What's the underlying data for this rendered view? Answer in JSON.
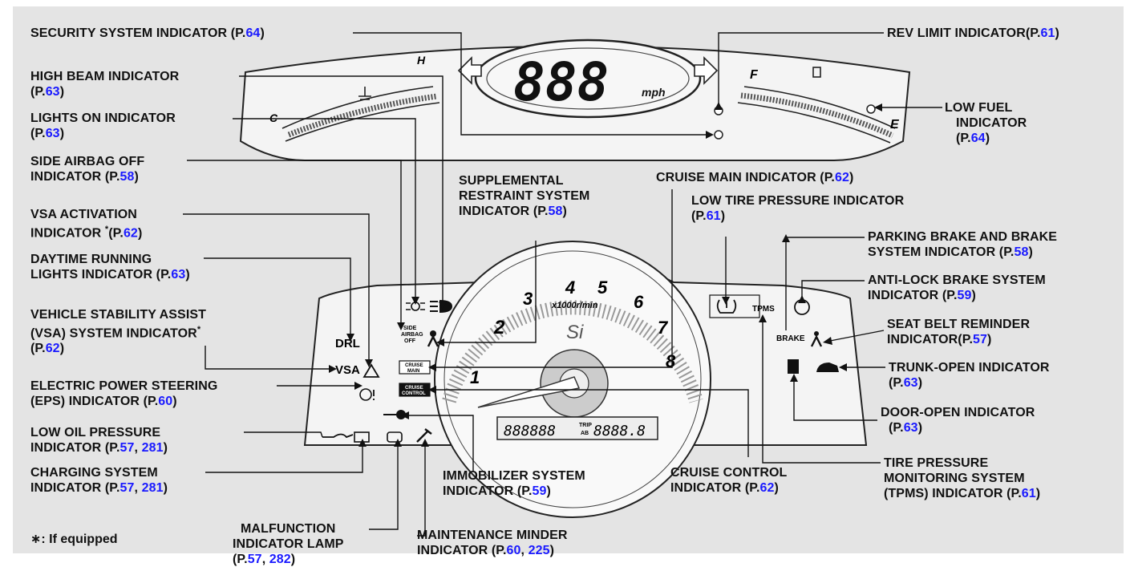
{
  "labels": {
    "security": {
      "pre": "SECURITY SYSTEM INDICATOR (P.",
      "page": "64",
      "post": ")"
    },
    "high_beam": {
      "l1": "HIGH BEAM INDICATOR",
      "pre": "(P.",
      "page": "63",
      "post": ")"
    },
    "lights_on": {
      "l1": "LIGHTS ON INDICATOR",
      "pre": "(P.",
      "page": "63",
      "post": ")"
    },
    "side_airbag": {
      "l1": "SIDE AIRBAG OFF",
      "pre": "INDICATOR (P.",
      "page": "58",
      "post": ")"
    },
    "vsa_activation": {
      "l1": "VSA ACTIVATION",
      "pre": "INDICATOR",
      "star": "*",
      "pre2": "(P.",
      "page": "62",
      "post": ")"
    },
    "drl": {
      "l1": "DAYTIME RUNNING",
      "pre": "LIGHTS INDICATOR (P.",
      "page": "63",
      "post": ")"
    },
    "vsa_system": {
      "l1": "VEHICLE STABILITY ASSIST",
      "l2": "(VSA) SYSTEM INDICATOR",
      "star": "*",
      "pre": "(P.",
      "page": "62",
      "post": ")"
    },
    "eps": {
      "l1": "ELECTRIC POWER STEERING",
      "pre": "(EPS) INDICATOR (P.",
      "page": "60",
      "post": ")"
    },
    "low_oil": {
      "l1": "LOW OIL PRESSURE",
      "pre": "INDICATOR (P.",
      "page1": "57",
      "sep": ", ",
      "page2": "281",
      "post": ")"
    },
    "charging": {
      "l1": "CHARGING SYSTEM",
      "pre": "INDICATOR (P.",
      "page1": "57",
      "sep": ", ",
      "page2": "281",
      "post": ")"
    },
    "malfunction": {
      "l1": "MALFUNCTION",
      "l2": "INDICATOR LAMP",
      "pre": "(P.",
      "page1": "57",
      "sep": ", ",
      "page2": "282",
      "post": ")"
    },
    "maintenance": {
      "l1": "MAINTENANCE MINDER",
      "pre": "INDICATOR (P.",
      "page1": "60",
      "sep": ", ",
      "page2": "225",
      "post": ")"
    },
    "immobilizer": {
      "l1": "IMMOBILIZER SYSTEM",
      "pre": "INDICATOR (P.",
      "page": "59",
      "post": ")"
    },
    "srs": {
      "l1": "SUPPLEMENTAL",
      "l2": "RESTRAINT SYSTEM",
      "pre": "INDICATOR (P.",
      "page": "58",
      "post": ")"
    },
    "cruise_main": {
      "pre": "CRUISE MAIN INDICATOR (P.",
      "page": "62",
      "post": ")"
    },
    "low_tire": {
      "l1": "LOW TIRE PRESSURE INDICATOR",
      "pre": "(P.",
      "page": "61",
      "post": ")"
    },
    "cruise_control": {
      "l1": "CRUISE CONTROL",
      "pre": "INDICATOR (P.",
      "page": "62",
      "post": ")"
    },
    "rev_limit": {
      "pre": "REV LIMIT INDICATOR(P.",
      "page": "61",
      "post": ")"
    },
    "low_fuel": {
      "l1": "LOW FUEL",
      "l2": "INDICATOR",
      "pre": "(P.",
      "page": "64",
      "post": ")"
    },
    "parking_brake": {
      "l1": "PARKING BRAKE AND BRAKE",
      "pre": "SYSTEM INDICATOR (P.",
      "page": "58",
      "post": ")"
    },
    "abs": {
      "l1": "ANTI-LOCK BRAKE SYSTEM",
      "pre": "INDICATOR (P.",
      "page": "59",
      "post": ")"
    },
    "seat_belt": {
      "l1": "SEAT BELT REMINDER",
      "pre": "INDICATOR(P.",
      "page": "57",
      "post": ")"
    },
    "trunk": {
      "l1": "TRUNK-OPEN INDICATOR",
      "pre": "(P.",
      "page": "63",
      "post": ")"
    },
    "door": {
      "l1": "DOOR-OPEN INDICATOR",
      "pre": "(P.",
      "page": "63",
      "post": ")"
    },
    "tpms": {
      "l1": "TIRE PRESSURE",
      "l2": "MONITORING SYSTEM",
      "pre": "(TPMS) INDICATOR (P.",
      "page": "61",
      "post": ")"
    }
  },
  "footnote": "∗: If equipped",
  "gauge": {
    "speed_digits": "888",
    "speed_unit": "mph",
    "rpm_unit": "x1000r/min",
    "model": "Si",
    "odometer": "888888",
    "trip_label": "TRIP",
    "trip_ab": "AB",
    "trip_value": "8888.8",
    "tach_numbers": [
      "1",
      "2",
      "3",
      "4",
      "5",
      "6",
      "7",
      "8"
    ],
    "fuel_full": "F",
    "fuel_empty": "E",
    "temp_hot": "H",
    "temp_cold": "C"
  },
  "indicators": {
    "drl": "DRL",
    "vsa": "VSA",
    "side_airbag": [
      "SIDE",
      "AIRBAG",
      "OFF"
    ],
    "cruise_main": [
      "CRUISE",
      "MAIN"
    ],
    "cruise_control": [
      "CRUISE",
      "CONTROL"
    ],
    "tpms": "TPMS",
    "brake": "BRAKE"
  }
}
